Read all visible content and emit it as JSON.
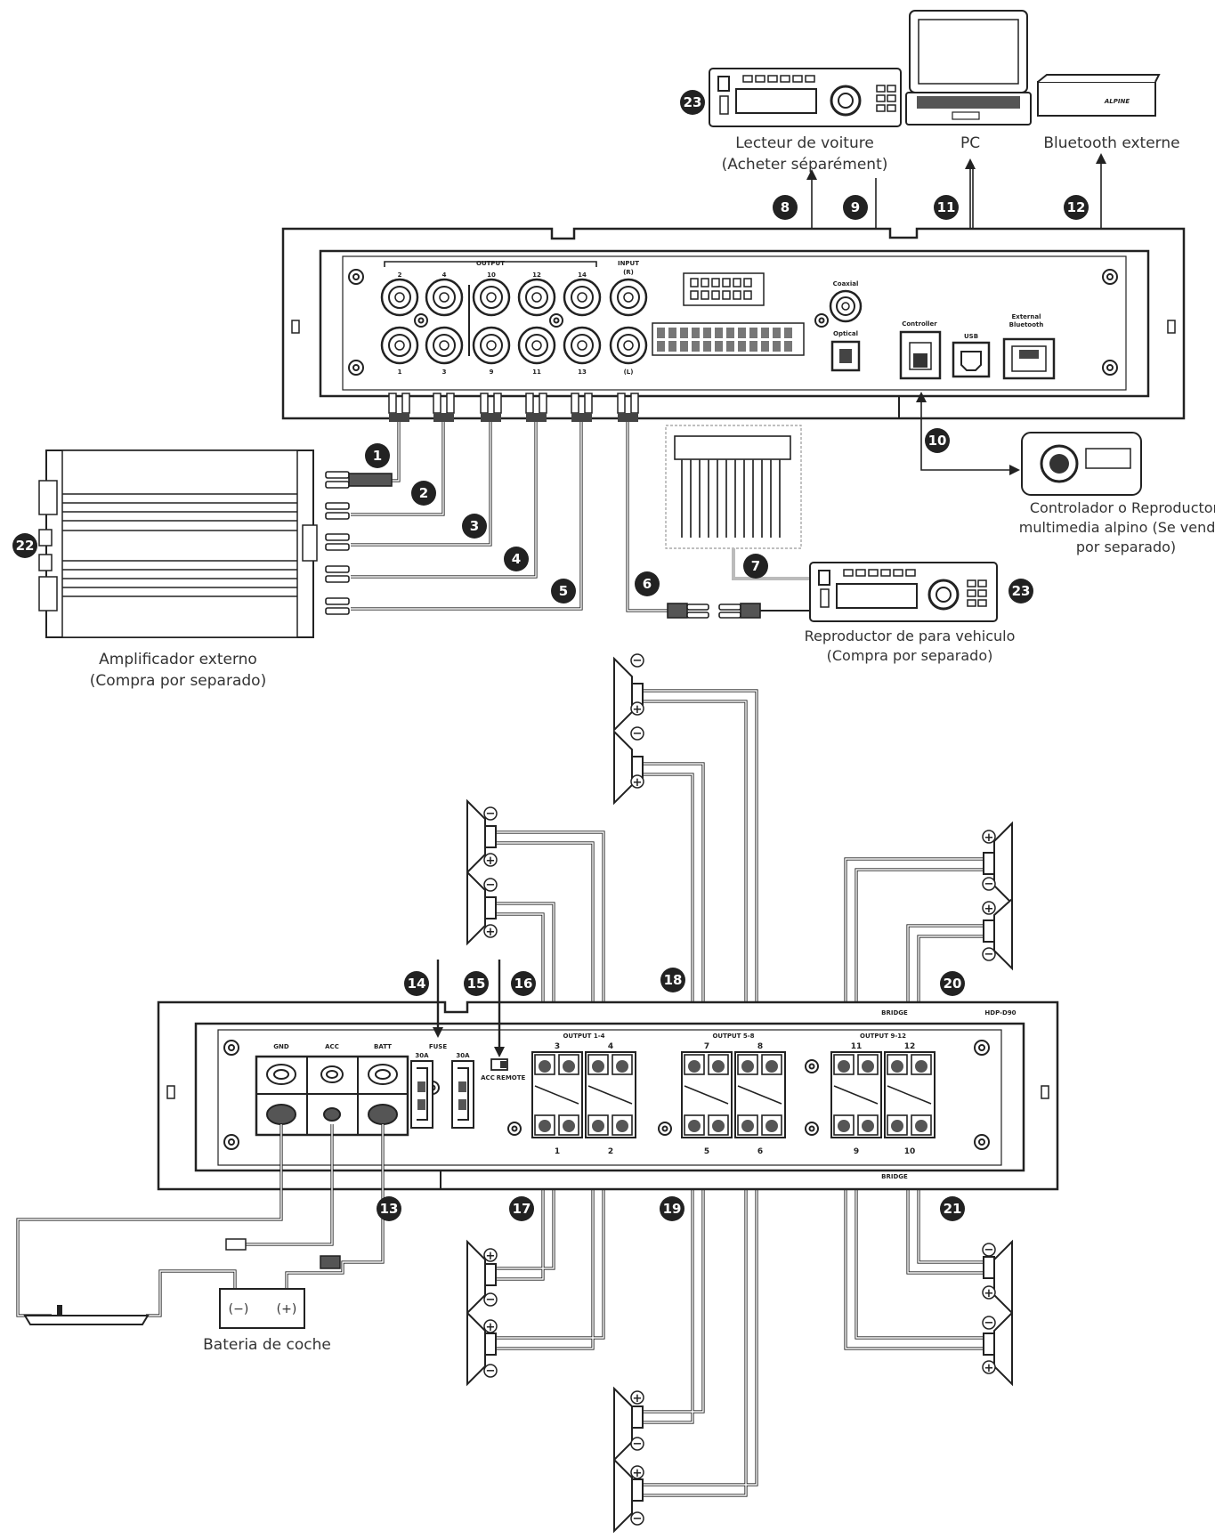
{
  "captions": {
    "car_player_fr": [
      "Lecteur de voiture",
      "(Acheter séparément)"
    ],
    "pc": "PC",
    "bt_external": "Bluetooth externe",
    "controller_es": [
      "Controlador o Reproductor",
      "multimedia alpino  (Se vende",
      "por separado)"
    ],
    "amp_external": [
      "Amplificador externo",
      "(Compra por separado)"
    ],
    "car_player_es": [
      "Reproductor de para vehiculo",
      "(Compra por separado)"
    ],
    "battery": "Bateria de coche"
  },
  "device_top": {
    "output_title": "OUTPUT",
    "input_title": [
      "INPUT",
      "(R)"
    ],
    "output_top_labels": [
      "2",
      "4",
      "10",
      "12",
      "14"
    ],
    "output_bottom_labels": [
      "1",
      "3",
      "9",
      "11",
      "13"
    ],
    "input_bottom": "(L)",
    "coaxial": "Coaxial",
    "optical": "Optical",
    "controller": "Controller",
    "usb": "USB",
    "external_bluetooth": [
      "External",
      "Bluetooth"
    ]
  },
  "device_bottom": {
    "model": "HDP-D90",
    "gnd": "GND",
    "acc": "ACC",
    "batt": "BATT",
    "fuse": "FUSE",
    "fuse_a": "30A",
    "fuse_b": "30A",
    "switch": [
      "ACC",
      "REMOTE"
    ],
    "bridge_top": "BRIDGE",
    "bridge_bottom": "BRIDGE",
    "groups": [
      "OUTPUT 1-4",
      "OUTPUT 5-8",
      "OUTPUT 9-12"
    ],
    "top_channels": [
      "3",
      "4",
      "7",
      "8",
      "11",
      "12"
    ],
    "bottom_channels": [
      "1",
      "2",
      "5",
      "6",
      "9",
      "10"
    ],
    "battery_minus": "(−)",
    "battery_plus": "(+)"
  },
  "markers": [
    "1",
    "2",
    "3",
    "4",
    "5",
    "6",
    "7",
    "8",
    "9",
    "10",
    "11",
    "12",
    "13",
    "14",
    "15",
    "16",
    "17",
    "18",
    "19",
    "20",
    "21",
    "22",
    "23",
    "23"
  ],
  "speaker_signs": {
    "plus": "+",
    "minus": "−"
  },
  "brand_logo": "ALPINE"
}
